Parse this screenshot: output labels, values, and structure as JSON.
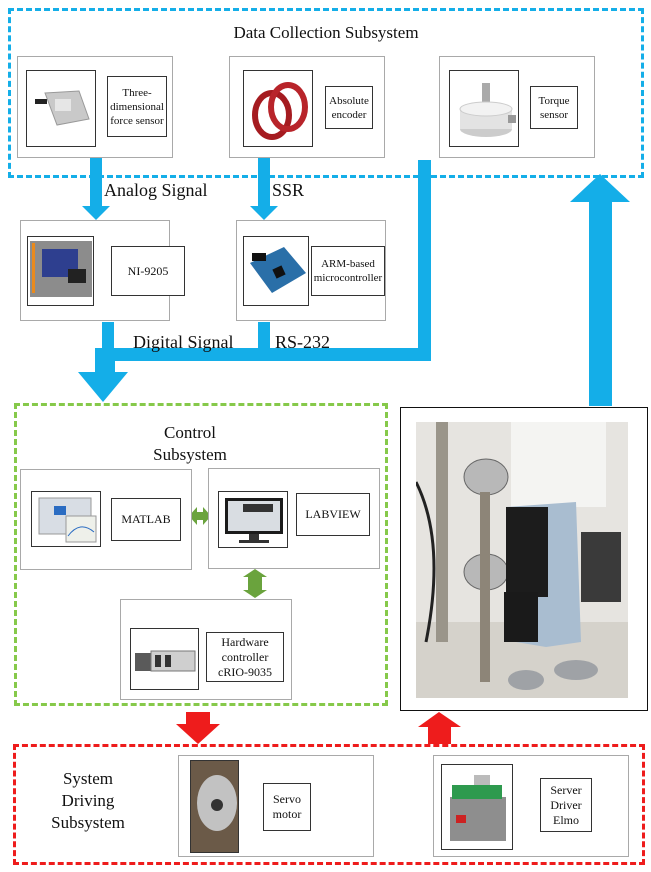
{
  "diagram": {
    "data_collection": {
      "title": "Data Collection Subsystem",
      "color": "#14aee8",
      "components": [
        {
          "label": "Three-\ndimensional\nforce sensor",
          "image": "force-sensor-photo"
        },
        {
          "label": "Absolute\nencoder",
          "image": "encoder-rings-photo"
        },
        {
          "label": "Torque\nsensor",
          "image": "torque-sensor-photo"
        }
      ]
    },
    "acquisition": {
      "components": [
        {
          "label": "NI-9205",
          "image": "ni-9205-photo"
        },
        {
          "label": "ARM-based\nmicrocontroller",
          "image": "arm-board-photo"
        }
      ]
    },
    "signals": {
      "analog": "Analog Signal",
      "ssr": "SSR",
      "digital": "Digital Signal",
      "rs232": "RS-232"
    },
    "control": {
      "title": "Control\nSubsystem",
      "color": "#86c94a",
      "components": [
        {
          "label": "MATLAB",
          "image": "matlab-screenshot"
        },
        {
          "label": "LABVIEW",
          "image": "labview-monitor"
        },
        {
          "label": "Hardware\ncontroller\ncRIO-9035",
          "image": "crio-controller-photo"
        }
      ]
    },
    "driving": {
      "title": "System\nDriving\nSubsystem",
      "color": "#ee1c1c",
      "components": [
        {
          "label": "Servo\nmotor",
          "image": "servo-motor-photo"
        },
        {
          "label": "Server\nDriver\nElmo",
          "image": "elmo-driver-photo"
        }
      ]
    },
    "exoskeleton_photo": "exoskeleton-on-leg-photo"
  }
}
